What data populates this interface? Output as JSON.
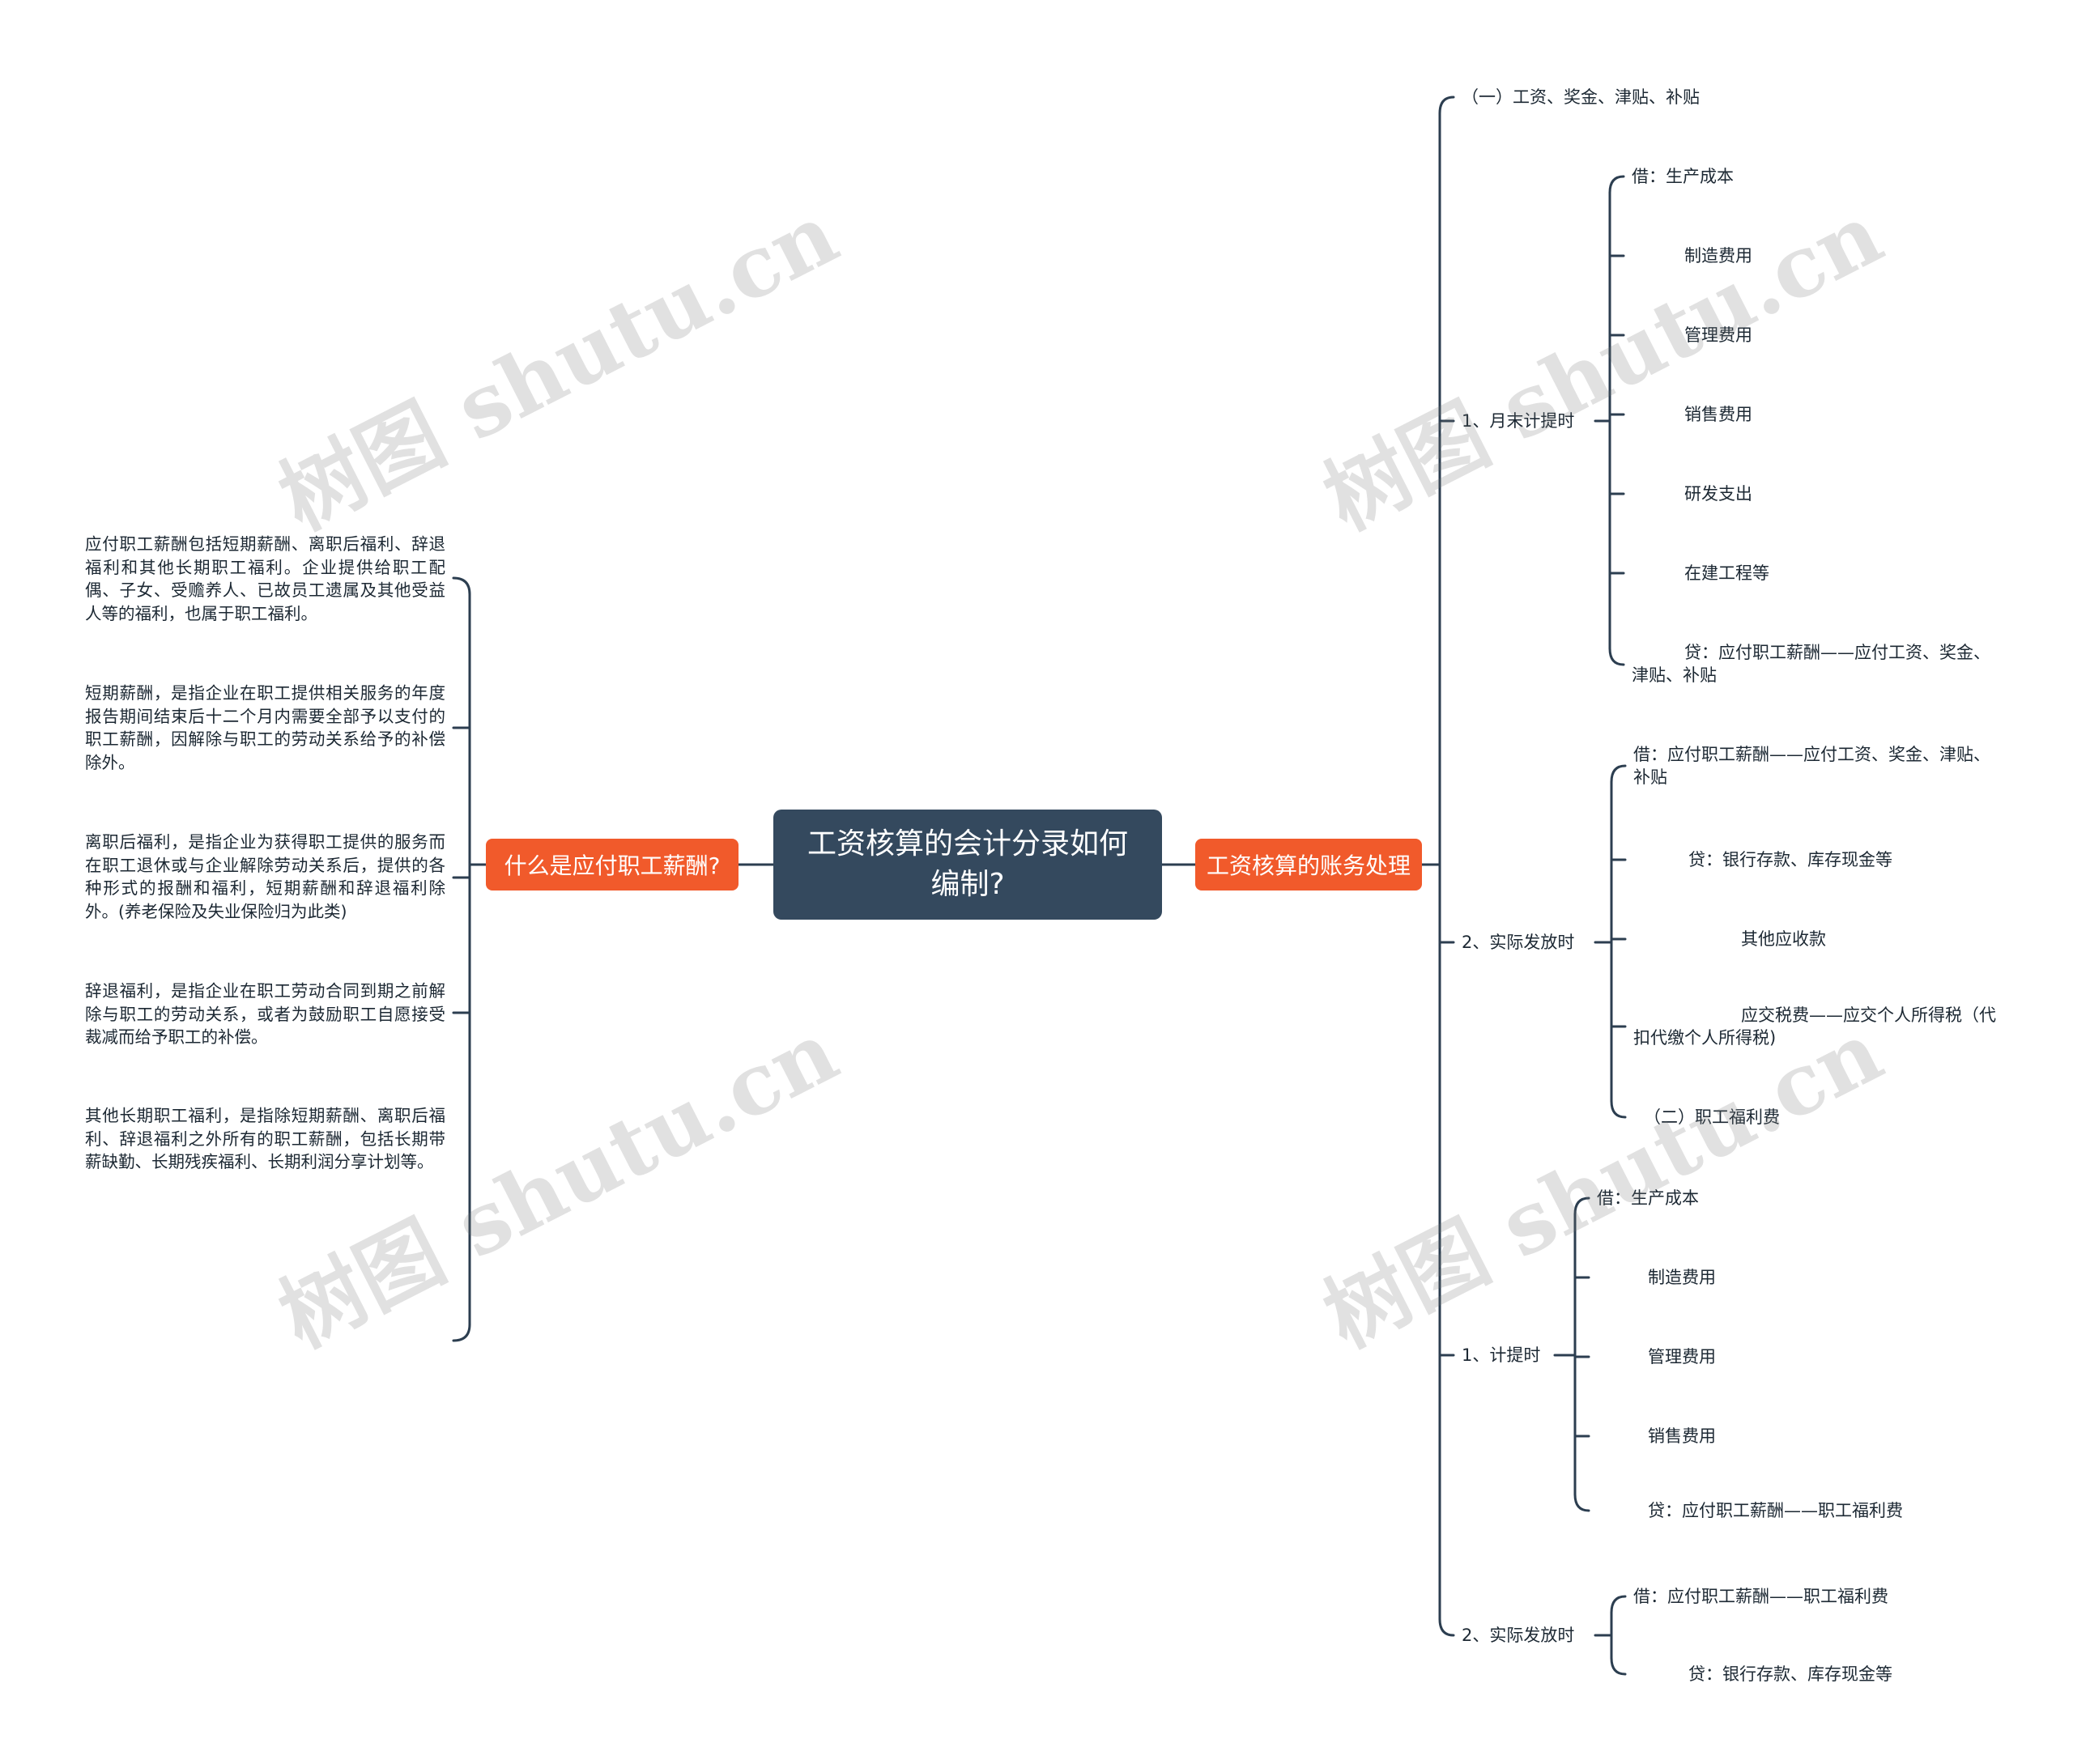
{
  "root": {
    "title": "工资核算的会计分录如何编制?"
  },
  "left_branch": {
    "label": "什么是应付职工薪酬?",
    "paragraphs": [
      "应付职工薪酬包括短期薪酬、离职后福利、辞退福利和其他长期职工福利。企业提供给职工配偶、子女、受赡养人、已故员工遗属及其他受益人等的福利，也属于职工福利。",
      "短期薪酬，是指企业在职工提供相关服务的年度报告期间结束后十二个月内需要全部予以支付的职工薪酬，因解除与职工的劳动关系给予的补偿除外。",
      "离职后福利，是指企业为获得职工提供的服务而在职工退休或与企业解除劳动关系后，提供的各种形式的报酬和福利，短期薪酬和辞退福利除外。(养老保险及失业保险归为此类)",
      "辞退福利，是指企业在职工劳动合同到期之前解除与职工的劳动关系，或者为鼓励职工自愿接受裁减而给予职工的补偿。",
      "其他长期职工福利，是指除短期薪酬、离职后福利、辞退福利之外所有的职工薪酬，包括长期带薪缺勤、长期残疾福利、长期利润分享计划等。"
    ]
  },
  "right_branch": {
    "label": "工资核算的账务处理",
    "level1": {
      "wages_header": "（一）工资、奖金、津贴、补贴",
      "wages_accrual": "1、月末计提时",
      "wages_payment": "2、实际发放时",
      "welfare_accrual": "1、计提时",
      "welfare_payment": "2、实际发放时"
    },
    "wages_accrual_items": [
      "借：生产成本",
      "制造费用",
      "管理费用",
      "销售费用",
      "研发支出",
      "在建工程等",
      "贷：应付职工薪酬——应付工资、奖金、津贴、补贴"
    ],
    "wages_payment_items": [
      "借：应付职工薪酬——应付工资、奖金、津贴、补贴",
      "贷：银行存款、库存现金等",
      "其他应收款",
      "应交税费——应交个人所得税（代扣代缴个人所得税)",
      "（二）职工福利费"
    ],
    "welfare_accrual_items": [
      "借：生产成本",
      "制造费用",
      "管理费用",
      "销售费用",
      "贷：应付职工薪酬——职工福利费"
    ],
    "welfare_payment_items": [
      "借：应付职工薪酬——职工福利费",
      "贷：银行存款、库存现金等"
    ]
  },
  "watermark": {
    "text": "树图 shutu.cn"
  },
  "colors": {
    "root": "#34495e",
    "branch": "#f15a2b",
    "line": "#2c3e50"
  }
}
